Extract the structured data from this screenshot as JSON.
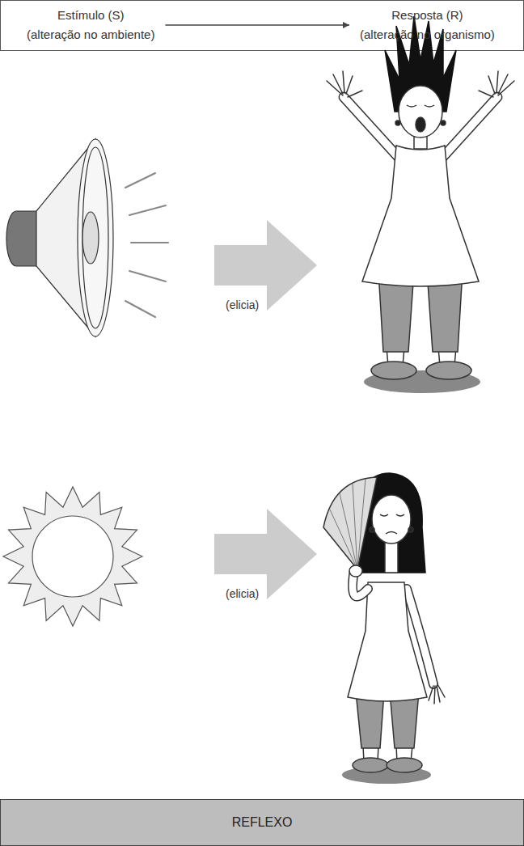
{
  "diagram": {
    "nodes": [
      {
        "text": [
          "Estímulo (S)",
          "(alteração no ambiente)"
        ]
      },
      {
        "text": [
          "Resposta (R)",
          "(alteração no organismo)"
        ]
      },
      {
        "text": [
          "REFLEXO"
        ]
      }
    ],
    "edges": [
      {
        "from": 0,
        "to": 1,
        "arrow": "to"
      }
    ],
    "labels": [
      "(elicia)",
      "(elicia)"
    ]
  }
}
